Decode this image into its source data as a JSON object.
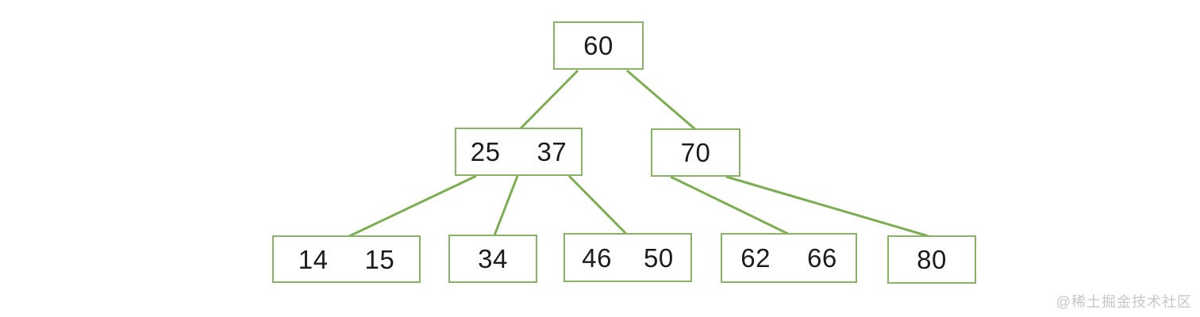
{
  "diagram": {
    "type": "b-tree",
    "colors": {
      "background": "#ffffff",
      "node_border": "#8ab168",
      "node_fill": "#ffffff",
      "edge": "#7dad52",
      "text": "#1c1c1c",
      "watermark": "#c6c6c6"
    },
    "nodes": [
      {
        "id": "node-60",
        "level": 0,
        "keys": [
          "60"
        ]
      },
      {
        "id": "node-25-37",
        "level": 1,
        "keys": [
          "25",
          "37"
        ]
      },
      {
        "id": "node-70",
        "level": 1,
        "keys": [
          "70"
        ]
      },
      {
        "id": "node-14-15",
        "level": 2,
        "keys": [
          "14",
          "15"
        ]
      },
      {
        "id": "node-34",
        "level": 2,
        "keys": [
          "34"
        ]
      },
      {
        "id": "node-46-50",
        "level": 2,
        "keys": [
          "46",
          "50"
        ]
      },
      {
        "id": "node-62-66",
        "level": 2,
        "keys": [
          "62",
          "66"
        ]
      },
      {
        "id": "node-80",
        "level": 2,
        "keys": [
          "80"
        ]
      }
    ],
    "edges": [
      {
        "from": "node-60",
        "to": "node-25-37"
      },
      {
        "from": "node-60",
        "to": "node-70"
      },
      {
        "from": "node-25-37",
        "to": "node-14-15"
      },
      {
        "from": "node-25-37",
        "to": "node-34"
      },
      {
        "from": "node-25-37",
        "to": "node-46-50"
      },
      {
        "from": "node-70",
        "to": "node-62-66"
      },
      {
        "from": "node-70",
        "to": "node-80"
      }
    ]
  },
  "watermark": {
    "text": "@稀土掘金技术社区"
  }
}
